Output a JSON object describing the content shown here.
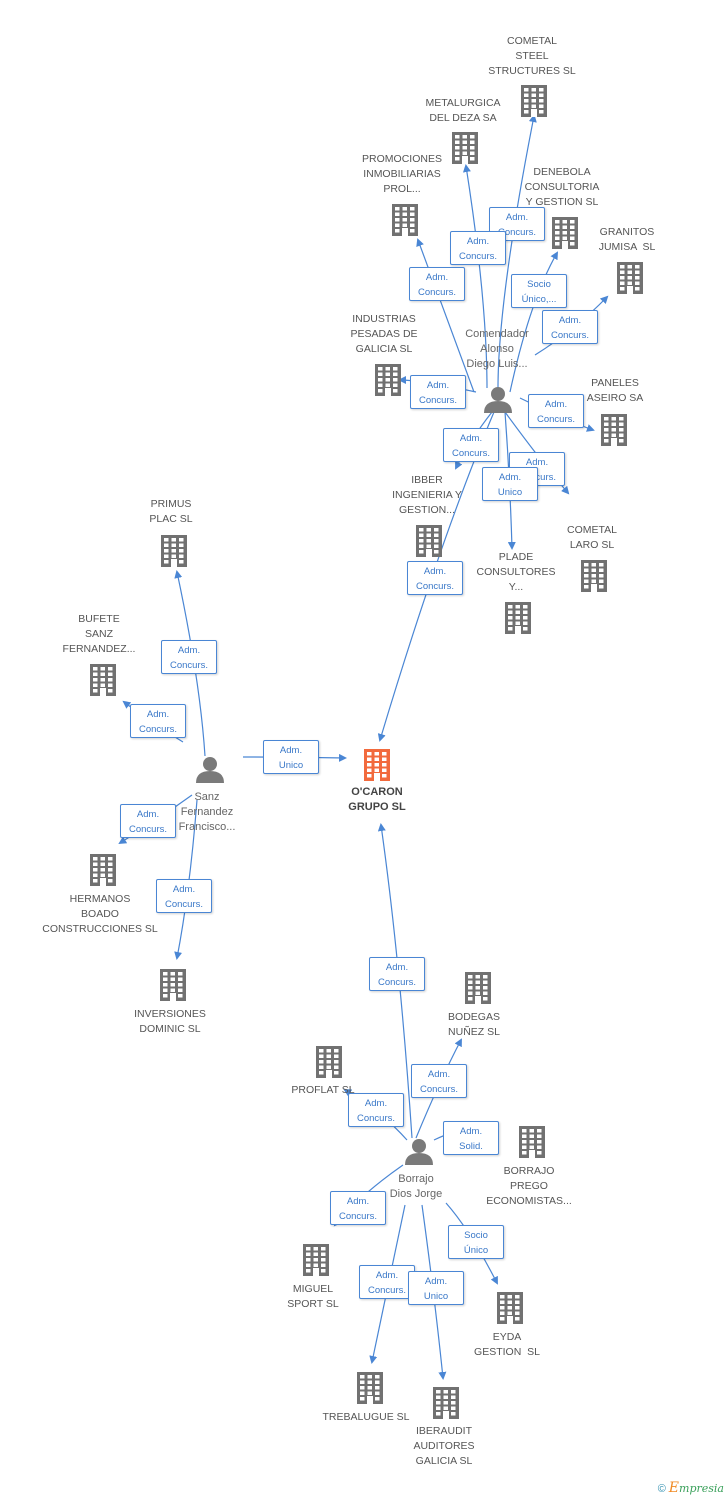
{
  "colors": {
    "edge": "#4a86d4",
    "building": "#717171",
    "building_main": "#f26a3d",
    "person": "#7a7a7a"
  },
  "companies": [
    {
      "id": "ocaron",
      "label": "O'CARON\nGRUPO SL",
      "main": true
    },
    {
      "id": "cometal_steel",
      "label": "COMETAL\nSTEEL\nSTRUCTURES SL"
    },
    {
      "id": "metalurgica",
      "label": "METALURGICA\nDEL DEZA SA"
    },
    {
      "id": "promociones",
      "label": "PROMOCIONES\nINMOBILIARIAS\nPROL..."
    },
    {
      "id": "denebola",
      "label": "DENEBOLA\nCONSULTORIA\nY GESTION SL"
    },
    {
      "id": "granitos",
      "label": "GRANITOS\nJUMISA  SL"
    },
    {
      "id": "industrias",
      "label": "INDUSTRIAS\nPESADAS DE\nGALICIA SL"
    },
    {
      "id": "paneles",
      "label": "PANELES\nASEIRO SA"
    },
    {
      "id": "ibber",
      "label": "IBBER\nINGENIERIA Y\nGESTION..."
    },
    {
      "id": "cometal_laro",
      "label": "COMETAL\nLARO SL"
    },
    {
      "id": "plade",
      "label": "PLADE\nCONSULTORES\nY..."
    },
    {
      "id": "primus",
      "label": "PRIMUS\nPLAC SL"
    },
    {
      "id": "bufete",
      "label": "BUFETE\nSANZ\nFERNANDEZ..."
    },
    {
      "id": "hermanos",
      "label": "HERMANOS\nBOADO\nCONSTRUCCIONES SL"
    },
    {
      "id": "inversiones",
      "label": "INVERSIONES\nDOMINIC SL"
    },
    {
      "id": "bodegas",
      "label": "BODEGAS\nNUÑEZ SL"
    },
    {
      "id": "proflat",
      "label": "PROFLAT SL"
    },
    {
      "id": "borrajo_prego",
      "label": "BORRAJO\nPREGO\nECONOMISTAS..."
    },
    {
      "id": "miguel",
      "label": "MIGUEL\nSPORT SL"
    },
    {
      "id": "eyda",
      "label": "EYDA\nGESTION  SL"
    },
    {
      "id": "trebalugue",
      "label": "TREBALUGUE SL"
    },
    {
      "id": "iberaudit",
      "label": "IBERAUDIT\nAUDITORES\nGALICIA SL"
    }
  ],
  "people": [
    {
      "id": "comendador",
      "label": "Comendador\nAlonso\nDiego Luis..."
    },
    {
      "id": "sanz",
      "label": "Sanz\nFernandez\nFrancisco..."
    },
    {
      "id": "borrajo",
      "label": "Borrajo\nDios Jorge"
    }
  ],
  "edges": [
    {
      "label": "Adm.\nConcurs."
    },
    {
      "label": "Adm.\nConcurs."
    },
    {
      "label": "Adm.\nConcurs."
    },
    {
      "label": "Socio\nÚnico,..."
    },
    {
      "label": "Adm.\nConcurs."
    },
    {
      "label": "Adm.\nConcurs."
    },
    {
      "label": "Adm.\nConcurs."
    },
    {
      "label": "Adm.\nConcurs."
    },
    {
      "label": "Adm.\nConcurs."
    },
    {
      "label": "Adm.\nUnico"
    },
    {
      "label": "Adm.\nConcurs."
    },
    {
      "label": "Adm.\nConcurs."
    },
    {
      "label": "Adm.\nConcurs."
    },
    {
      "label": "Adm.\nUnico"
    },
    {
      "label": "Adm.\nConcurs."
    },
    {
      "label": "Adm.\nConcurs."
    },
    {
      "label": "Adm.\nConcurs."
    },
    {
      "label": "Adm.\nConcurs."
    },
    {
      "label": "Adm.\nConcurs."
    },
    {
      "label": "Adm.\nSolid."
    },
    {
      "label": "Adm.\nConcurs."
    },
    {
      "label": "Socio\nÚnico"
    },
    {
      "label": "Adm.\nConcurs."
    },
    {
      "label": "Adm.\nUnico"
    }
  ],
  "footer": {
    "copyright": "©",
    "brand_initial": "E",
    "brand_rest": "mpresia"
  }
}
